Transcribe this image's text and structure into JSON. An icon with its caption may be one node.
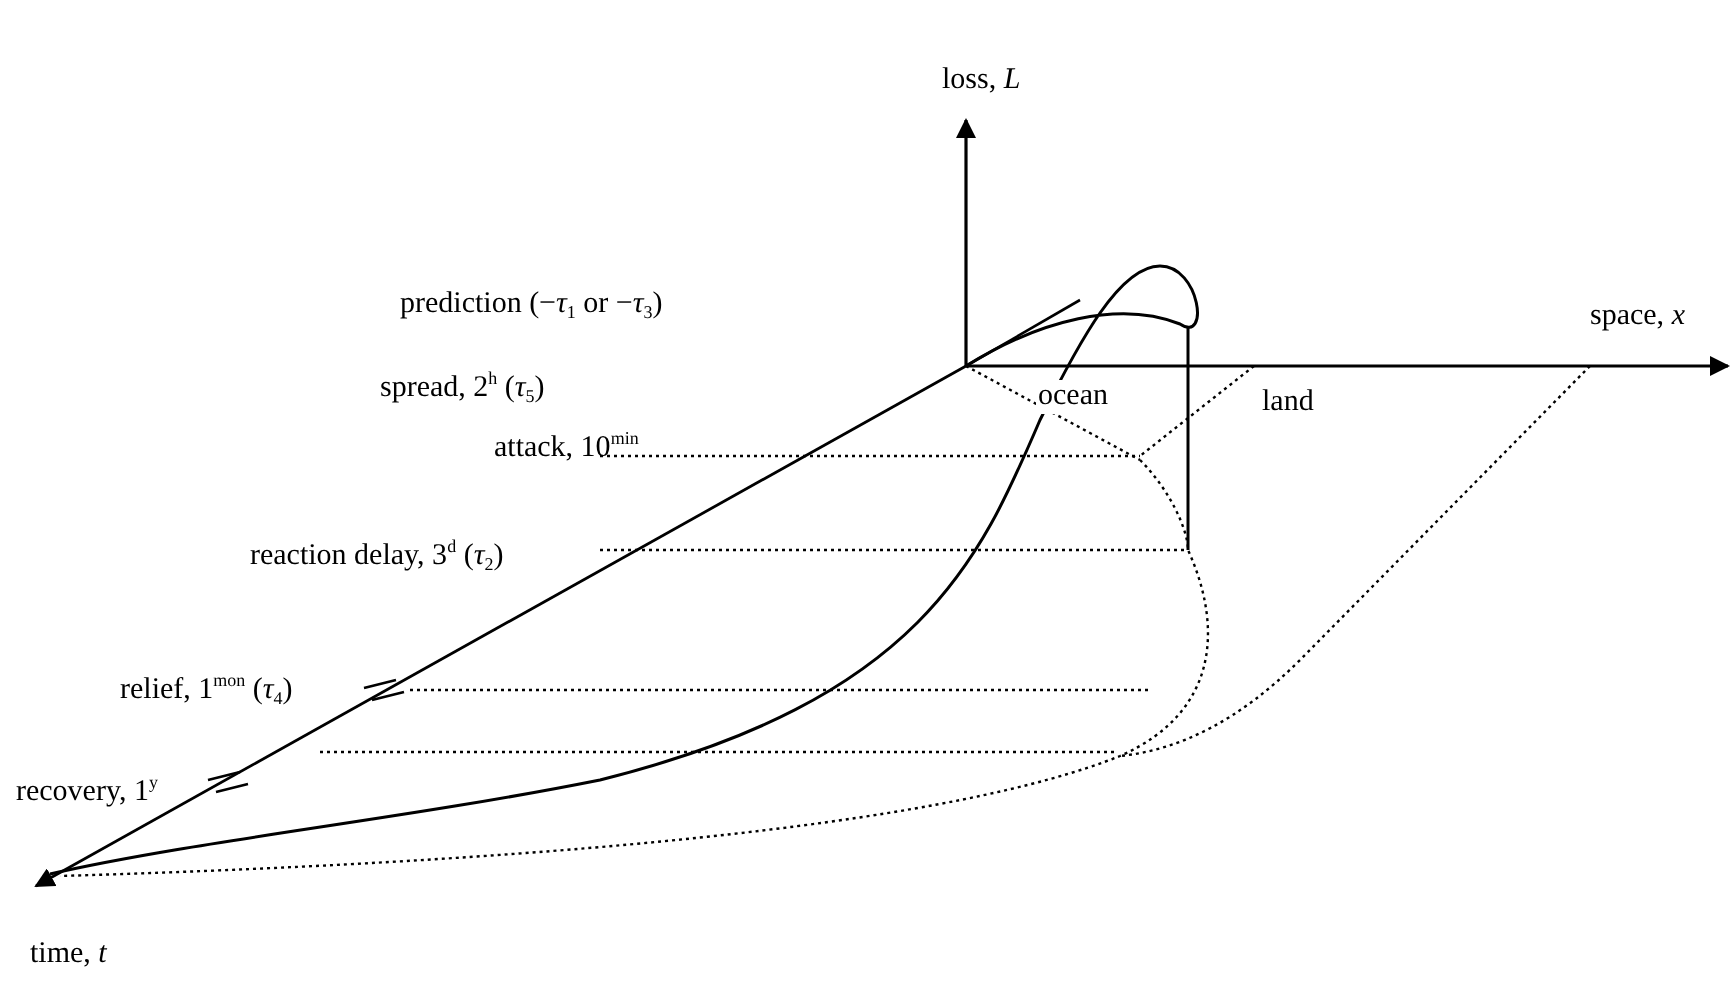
{
  "diagram": {
    "labels": [
      "loss, *L*",
      "prediction (−*τ*$_{1}$ or −*τ*$_{3}$)",
      "space, *x*",
      "spread, 2$^{h}$ (*τ*$_{5}$)",
      "ocean",
      "land",
      "attack, 10$^{min}$",
      "reaction delay, 3$^{d}$ (*τ*$_{2}$)",
      "relief, 1$^{mon}$ (*τ*$_{4}$)",
      "recovery, 1$^{y}$",
      "time, *t*"
    ]
  }
}
